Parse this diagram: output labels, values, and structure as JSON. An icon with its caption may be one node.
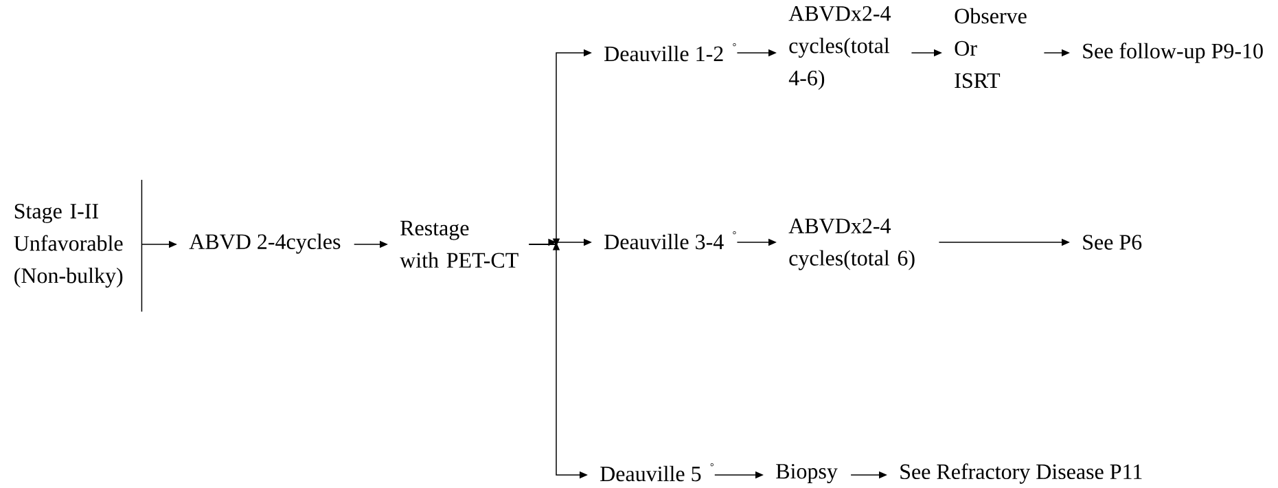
{
  "diagram": {
    "nodes": [
      {
        "text": [
          "Stage I-II Unfavorable (Non-bulky)"
        ]
      },
      {
        "text": [
          "ABVD 2-4cycles"
        ]
      },
      {
        "text": [
          "Restage with PET-CT"
        ]
      },
      {
        "text": [
          "Deauville 1-2"
        ],
        "beside": [
          "°"
        ]
      },
      {
        "text": [
          "ABVDx2-4 cycles(total 4-6)"
        ]
      },
      {
        "text": [
          "Observe Or ISRT"
        ]
      },
      {
        "text": [
          "See follow-up P9-10"
        ]
      },
      {
        "text": [
          "Deauville 3-4"
        ],
        "beside": [
          "°"
        ]
      },
      {
        "text": [
          "ABVDx2-4 cycles(total 6)"
        ]
      },
      {
        "text": [
          "See P6"
        ]
      },
      {
        "text": [
          "Deauville 5"
        ],
        "beside": [
          "°"
        ]
      },
      {
        "text": [
          "Biopsy"
        ]
      },
      {
        "text": [
          "See Refractory Disease P11"
        ]
      }
    ],
    "edges": [
      {
        "from": 0,
        "to": 1,
        "arrow": "to"
      },
      {
        "from": 1,
        "to": 2,
        "arrow": "to"
      },
      {
        "from": 2,
        "to": 3,
        "arrow": "to"
      },
      {
        "from": 2,
        "to": 7,
        "arrow": "to"
      },
      {
        "from": 2,
        "to": 10,
        "arrow": "to"
      },
      {
        "from": 3,
        "to": 4,
        "arrow": "to"
      },
      {
        "from": 4,
        "to": 5,
        "arrow": "to"
      },
      {
        "from": 5,
        "to": 6,
        "arrow": "to"
      },
      {
        "from": 7,
        "to": 8,
        "arrow": "to"
      },
      {
        "from": 8,
        "to": 9,
        "arrow": "to"
      },
      {
        "from": 10,
        "to": 11,
        "arrow": "to"
      },
      {
        "from": 11,
        "to": 12,
        "arrow": "to"
      }
    ]
  }
}
